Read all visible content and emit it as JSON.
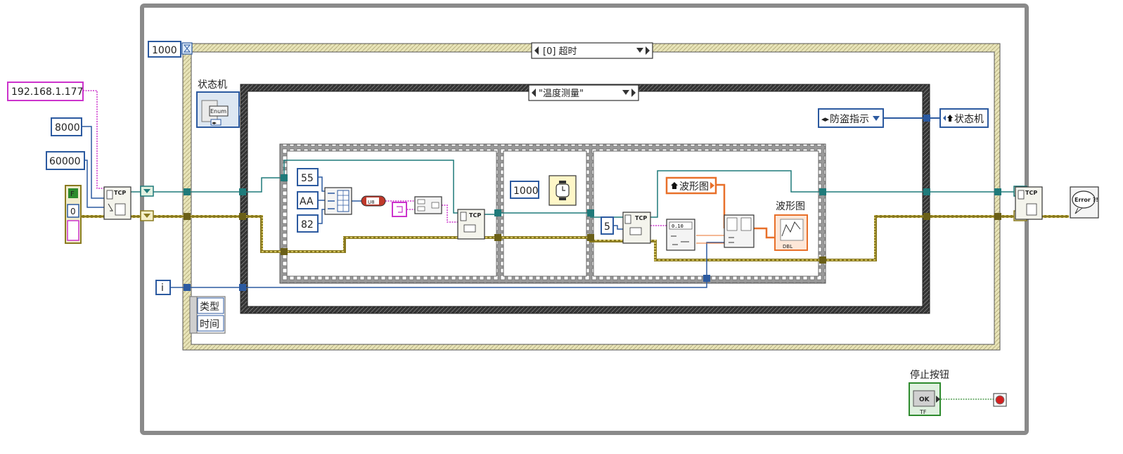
{
  "controls": {
    "ip_address": "192.168.1.177",
    "port": "8000",
    "timeout_ms": "60000",
    "error_cluster_status": "F",
    "error_cluster_code": "0"
  },
  "event_structure": {
    "timeout_constant": "1000",
    "case_selector": "[0] 超时",
    "event_data_type": "类型",
    "event_data_time": "时间",
    "iteration_terminal": "i"
  },
  "state_machine": {
    "label": "状态机",
    "enum_icon_text": "Enum",
    "unwired_terminal": "?",
    "case_selector": "\"温度测量\"",
    "next_state_constant": "防盗指示",
    "shift_register_label": "状态机"
  },
  "sequence_frame_1": {
    "bytes": [
      "55",
      "AA",
      "82"
    ],
    "type_cast_text": "U8",
    "tcp_write_label": "TCP"
  },
  "sequence_frame_2": {
    "wait_ms": "1000"
  },
  "sequence_frame_3": {
    "read_bytes": "5",
    "tcp_read_label": "TCP",
    "waveform_local_variable": "波形图",
    "waveform_indicator_label": "波形图"
  },
  "tcp_functions": {
    "open_label": "TCP",
    "close_label": "TCP",
    "error_handler_text": "Error ?!"
  },
  "stop": {
    "label": "停止按钮",
    "button_text": "OK",
    "tf_text": "TF"
  },
  "colors": {
    "string_wire": "#cc33cc",
    "numeric_wire": "#2c5aa0",
    "refnum_wire": "#1f7a7a",
    "error_wire": "#8a7a20",
    "boolean_wire": "#2e8b2e",
    "waveform_wire": "#e8702a"
  }
}
